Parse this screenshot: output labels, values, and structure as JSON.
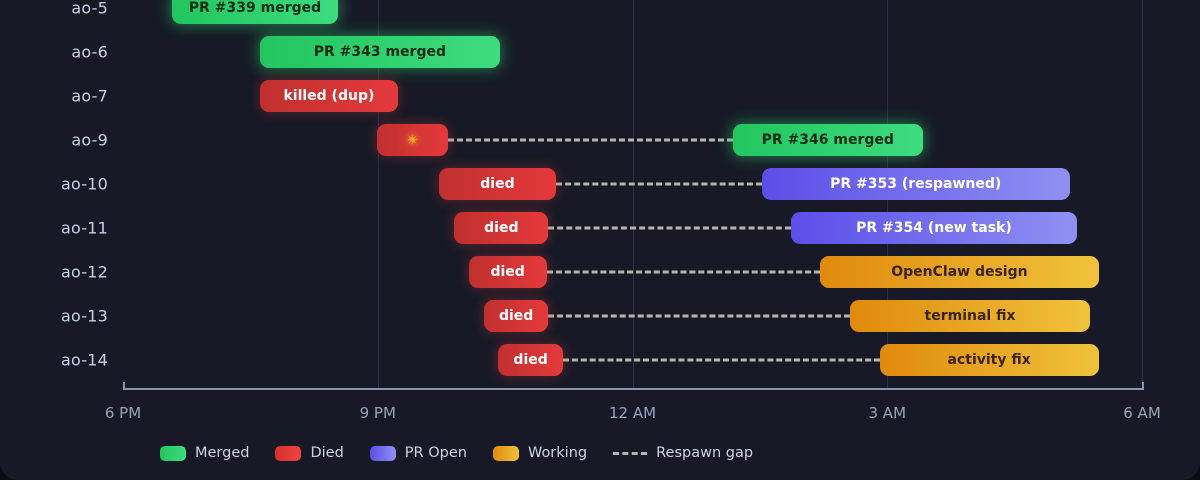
{
  "chart_data": {
    "type": "bar",
    "subtype": "gantt-timeline",
    "title": "",
    "xlabel": "",
    "ylabel": "",
    "grid": true,
    "legend_position": "bottom",
    "x_axis": {
      "unit": "hours after 6 PM",
      "range": [
        0,
        12
      ],
      "tick_labels": [
        "6 PM",
        "9 PM",
        "12 AM",
        "3 AM",
        "6 AM"
      ],
      "tick_values": [
        0,
        3,
        6,
        9,
        12
      ]
    },
    "categories": [
      "ao-5",
      "ao-6",
      "ao-7",
      "ao-9",
      "ao-10",
      "ao-11",
      "ao-12",
      "ao-13",
      "ao-14"
    ],
    "legend": [
      {
        "key": "merged",
        "label": "Merged",
        "color": "#22c55e"
      },
      {
        "key": "died",
        "label": "Died",
        "color": "#e5393b"
      },
      {
        "key": "propen",
        "label": "PR Open",
        "color": "#7b7af0"
      },
      {
        "key": "working",
        "label": "Working",
        "color": "#e8a617"
      },
      {
        "key": "gap",
        "label": "Respawn gap",
        "color": "#b9b4ac"
      }
    ],
    "rows": [
      {
        "category": "ao-5",
        "segments": [
          {
            "label": "PR #339 merged",
            "status": "merged",
            "start": 0.58,
            "end": 2.53
          }
        ],
        "gaps": []
      },
      {
        "category": "ao-6",
        "segments": [
          {
            "label": "PR #343 merged",
            "status": "merged",
            "start": 1.61,
            "end": 4.44
          }
        ],
        "gaps": []
      },
      {
        "category": "ao-7",
        "segments": [
          {
            "label": "killed (dup)",
            "status": "died",
            "start": 1.61,
            "end": 3.24
          }
        ],
        "gaps": []
      },
      {
        "category": "ao-9",
        "segments": [
          {
            "label": "✴",
            "status": "died",
            "start": 2.99,
            "end": 3.83
          },
          {
            "label": "PR #346 merged",
            "status": "merged",
            "start": 7.18,
            "end": 9.42
          }
        ],
        "gaps": [
          {
            "start": 3.83,
            "end": 7.18
          }
        ]
      },
      {
        "category": "ao-10",
        "segments": [
          {
            "label": "died",
            "status": "died",
            "start": 3.72,
            "end": 5.1
          },
          {
            "label": "PR #353 (respawned)",
            "status": "propen",
            "start": 7.52,
            "end": 11.15
          }
        ],
        "gaps": [
          {
            "start": 5.1,
            "end": 7.52
          }
        ]
      },
      {
        "category": "ao-11",
        "segments": [
          {
            "label": "died",
            "status": "died",
            "start": 3.9,
            "end": 5.01
          },
          {
            "label": "PR #354 (new task)",
            "status": "propen",
            "start": 7.87,
            "end": 11.23
          }
        ],
        "gaps": [
          {
            "start": 5.01,
            "end": 7.87
          }
        ]
      },
      {
        "category": "ao-12",
        "segments": [
          {
            "label": "died",
            "status": "died",
            "start": 4.07,
            "end": 4.99
          },
          {
            "label": "OpenClaw design",
            "status": "working",
            "start": 8.21,
            "end": 11.49
          }
        ],
        "gaps": [
          {
            "start": 4.99,
            "end": 8.21
          }
        ]
      },
      {
        "category": "ao-13",
        "segments": [
          {
            "label": "died",
            "status": "died",
            "start": 4.25,
            "end": 5.01
          },
          {
            "label": "terminal fix",
            "status": "working",
            "start": 8.56,
            "end": 11.39
          }
        ],
        "gaps": [
          {
            "start": 5.01,
            "end": 8.56
          }
        ]
      },
      {
        "category": "ao-14",
        "segments": [
          {
            "label": "died",
            "status": "died",
            "start": 4.42,
            "end": 5.18
          },
          {
            "label": "activity fix",
            "status": "working",
            "start": 8.91,
            "end": 11.49
          }
        ],
        "gaps": [
          {
            "start": 5.18,
            "end": 8.91
          }
        ]
      }
    ]
  }
}
